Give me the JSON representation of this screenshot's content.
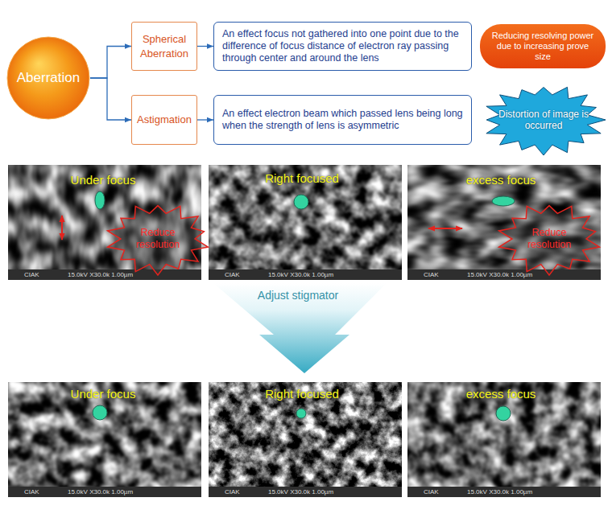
{
  "diagram": {
    "nodes": [
      {
        "text": [
          "Aberration"
        ]
      },
      {
        "text": [
          "Spherical Aberration"
        ]
      },
      {
        "text": [
          "An effect focus not gathered into one point due to the difference of focus distance of electron ray passing through center and around the lens"
        ]
      },
      {
        "text": [
          "Reducing resolving power due to increasing prove size"
        ]
      },
      {
        "text": [
          "Astigmation"
        ]
      },
      {
        "text": [
          "An effect electron beam which passed lens being long when the strength of lens is asymmetric"
        ]
      },
      {
        "text": [
          "Distortion of image is occurred"
        ]
      },
      {
        "text": [
          "Reduce resolution"
        ]
      },
      {
        "text": [
          "Reduce resolution"
        ]
      }
    ],
    "edges": [
      {
        "from": 0,
        "to": 1,
        "arrow": "to"
      },
      {
        "from": 0,
        "to": 4,
        "arrow": "to"
      },
      {
        "from": 1,
        "to": 2,
        "arrow": "to"
      },
      {
        "from": 4,
        "to": 5,
        "arrow": "to"
      }
    ],
    "labels": [
      "Under focus",
      "Right focused",
      "excess focus",
      "CIAK",
      "15.0kV X30.0k 1.00µm",
      "CIAK",
      "15.0kV X30.0k 1.00µm",
      "CIAK",
      "15.0kV X30.0k 1.00µm",
      "Adjust stigmator",
      "Under focus",
      "Right focused",
      "excess focus",
      "CIAK",
      "15.0kV X30.0k 1.00µm",
      "CIAK",
      "15.0kV X30.0k 1.00µm",
      "CIAK",
      "15.0kV X30.0k 1.00µm"
    ]
  }
}
